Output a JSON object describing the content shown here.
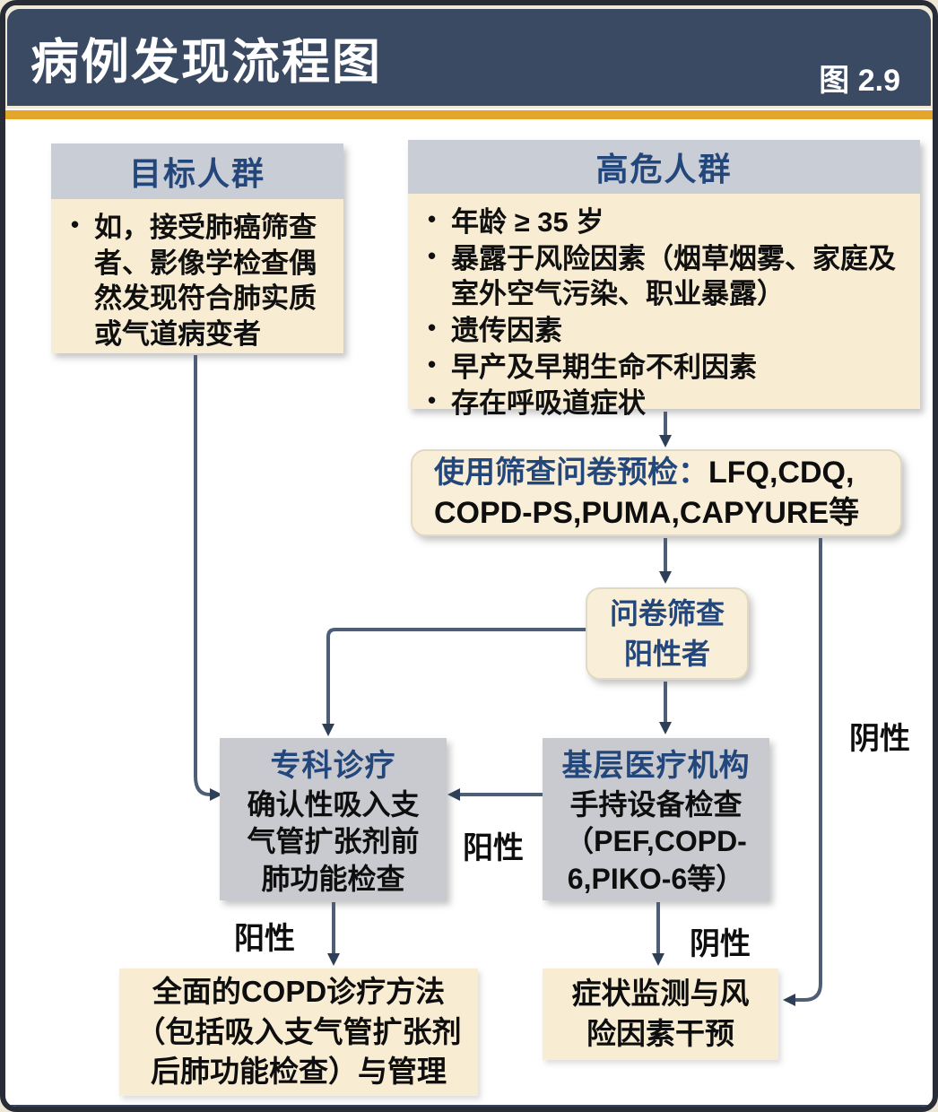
{
  "figure": {
    "title": "病例发现流程图",
    "label": "图 2.9"
  },
  "nodes": {
    "target": {
      "title": "目标人群",
      "bullets": [
        "如，接受肺癌筛查者、影像学检查偶然发现符合肺实质或气道病变者"
      ]
    },
    "high_risk": {
      "title": "高危人群",
      "bullets": [
        "年龄 ≥ 35 岁",
        "暴露于风险因素（烟草烟雾、家庭及室外空气污染、职业暴露）",
        "遗传因素",
        "早产及早期生命不利因素",
        "存在呼吸道症状"
      ]
    },
    "questionnaire": {
      "prefix": "使用筛查问卷预检：",
      "line1": "LFQ,CDQ,",
      "line2": "COPD-PS,PUMA,CAPYURE等"
    },
    "questionnaire_positive": {
      "text": "问卷筛查\n阳性者"
    },
    "specialist": {
      "title": "专科诊疗",
      "body": "确认性吸入支\n气管扩张剂前\n肺功能检查"
    },
    "primary_care": {
      "title": "基层医疗机构",
      "body": "手持设备检查\n（PEF,COPD-\n6,PIKO-6等）"
    },
    "comprehensive": {
      "body": "全面的COPD诊疗方法\n（包括吸入支气管扩张剂\n后肺功能检查）与管理"
    },
    "monitoring": {
      "body": "症状监测与风\n险因素干预"
    }
  },
  "edge_labels": {
    "primary_to_specialist": "阳性",
    "specialist_down": "阳性",
    "primary_down": "阴性",
    "questionnaire_negative": "阴性"
  },
  "colors": {
    "header_bg": "#3B4A63",
    "accent_gold": "#E3A52A",
    "node_cream": "#F8EDD3",
    "node_header_gray": "#C9CDD6",
    "node_gray": "#C9CACF",
    "title_blue": "#24477B",
    "connector": "#4E5E77",
    "frame_border": "#272C37"
  }
}
